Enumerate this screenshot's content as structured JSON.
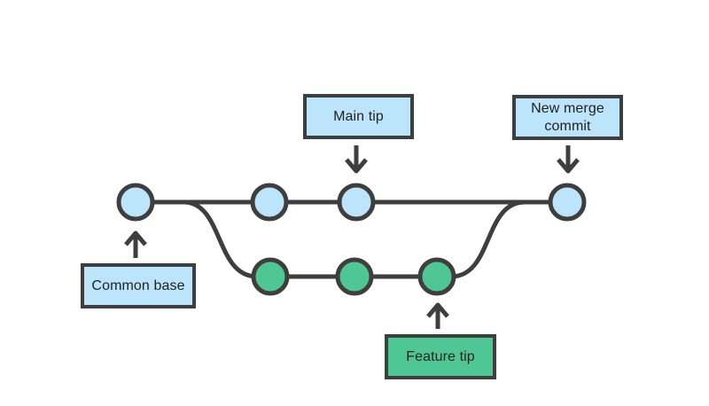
{
  "labels": {
    "main_tip": "Main tip",
    "new_merge_commit": "New merge commit",
    "common_base": "Common base",
    "feature_tip": "Feature tip"
  },
  "colors": {
    "line": "#3e3e3e",
    "commit_blue": "#bce4fa",
    "commit_green": "#4ec795",
    "box_blue": "#bce4fa",
    "box_green": "#4ec795",
    "text": "#222222",
    "background": "#ffffff"
  },
  "graph": {
    "type": "branch-merge-diagram",
    "main_branch_commit_count": 4,
    "feature_branch_commit_count": 3,
    "annotations": [
      {
        "target": "first main commit",
        "label": "Common base",
        "arrow": "up"
      },
      {
        "target": "third main commit",
        "label": "Main tip",
        "arrow": "down"
      },
      {
        "target": "last main commit",
        "label": "New merge commit",
        "arrow": "down"
      },
      {
        "target": "last feature commit",
        "label": "Feature tip",
        "arrow": "up"
      }
    ]
  }
}
